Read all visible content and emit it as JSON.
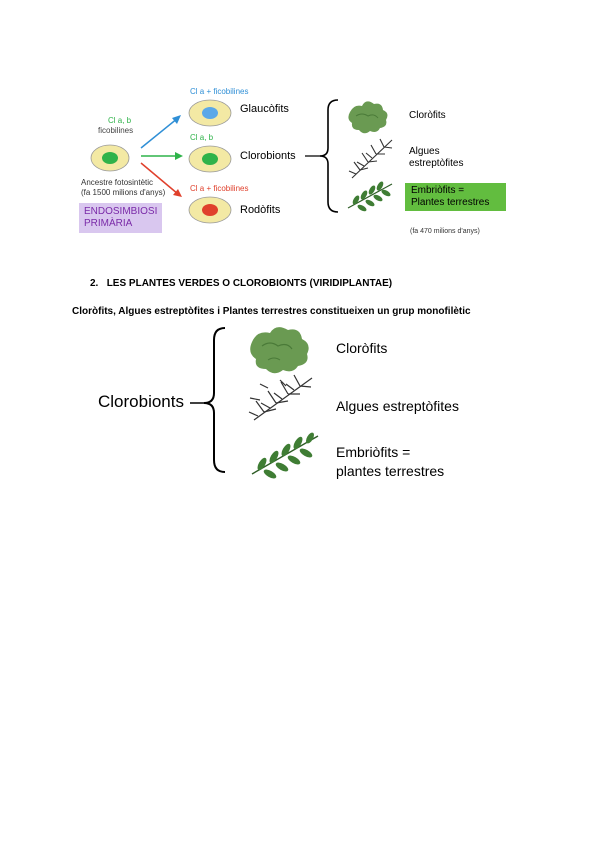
{
  "fig1": {
    "cl_ab": "Cl a, b",
    "ficobilines": "ficobilines",
    "ancestre_line1": "Ancestre fotosintètic",
    "ancestre_line2": "(fa 1500 milions d'anys)",
    "endosimbiosi_line1": "ENDOSIMBIOSI",
    "endosimbiosi_line2": "PRIMÀRIA",
    "glauco_pigments": "Cl a + ficobilines",
    "glauco_label": "Glaucòfits",
    "cloro_pigments": "Cl a, b",
    "cloro_label": "Clorobionts",
    "rodo_pigments": "Cl a + ficobilines",
    "rodo_label": "Rodòfits",
    "cloro_item": "Cloròfits",
    "algues_line1": "Algues",
    "algues_line2": "estreptòfites",
    "embrio_line1": "Embriòfits =",
    "embrio_line2": "Plantes terrestres",
    "embrio_age": "(fa 470 milions d'anys)",
    "colors": {
      "blue": "#2f8fd6",
      "green": "#2fb34a",
      "red": "#e0402c",
      "cell": "#f3e9a4"
    }
  },
  "section": {
    "number": "2.",
    "title": "LES PLANTES VERDES O CLOROBIONTS (VIRIDIPLANTAE)",
    "subtitle": "Cloròfits, Algues estreptòfites i Plantes terrestres constitueixen un grup monofilètic"
  },
  "fig2": {
    "group": "Clorobionts",
    "item1": "Cloròfits",
    "item2": "Algues estreptòfites",
    "item3_line1": "Embriòfits =",
    "item3_line2": "plantes terrestres"
  }
}
